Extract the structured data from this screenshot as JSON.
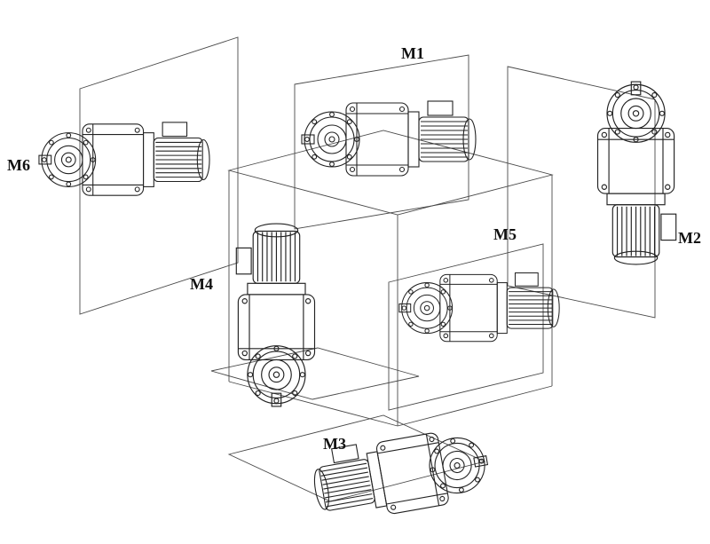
{
  "diagram": {
    "kind": "gearmotor-mounting-positions",
    "labels": [
      {
        "id": "m1",
        "text": "M1"
      },
      {
        "id": "m2",
        "text": "M2"
      },
      {
        "id": "m3",
        "text": "M3"
      },
      {
        "id": "m4",
        "text": "M4"
      },
      {
        "id": "m5",
        "text": "M5"
      },
      {
        "id": "m6",
        "text": "M6"
      }
    ],
    "colors": {
      "background": "#ffffff",
      "line": "#222222",
      "construction_line": "#4a4a4a"
    }
  }
}
